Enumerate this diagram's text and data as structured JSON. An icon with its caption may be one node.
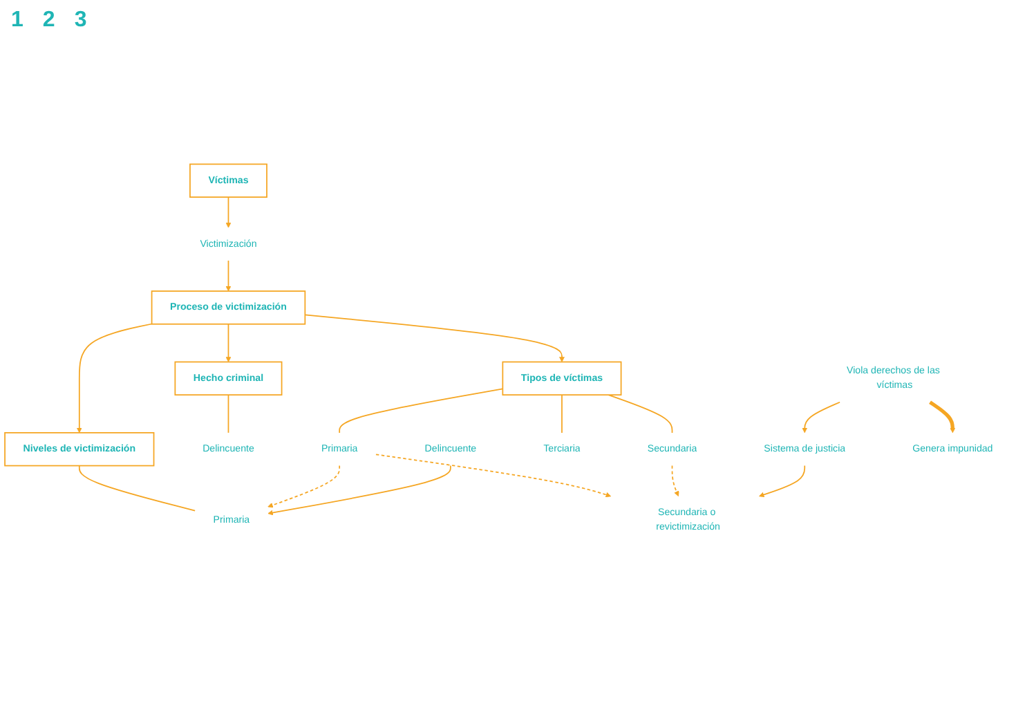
{
  "diagram": {
    "nodes": [
      {
        "text": [
          "Víctimas"
        ]
      },
      {
        "text": [
          "Victimización"
        ]
      },
      {
        "text": [
          "Proceso de victimización"
        ]
      },
      {
        "text": [
          "Hecho criminal"
        ]
      },
      {
        "text": [
          "Tipos de víctimas"
        ]
      },
      {
        "text": [
          "Niveles de victimización"
        ]
      },
      {
        "text": [
          "Delincuente"
        ]
      },
      {
        "text": [
          "Primaria"
        ]
      },
      {
        "text": [
          "Secundaria"
        ]
      },
      {
        "text": [
          "Terciaria"
        ]
      },
      {
        "text": [
          "Primaria"
        ]
      },
      {
        "text": [
          "Secundaria o revictimización"
        ]
      },
      {
        "text": [
          "Delincuente"
        ]
      },
      {
        "text": [
          "Sistema de justicia"
        ]
      },
      {
        "text": [
          "Viola derechos de las víctimas"
        ]
      },
      {
        "text": [
          "Genera impunidad"
        ]
      }
    ],
    "edges": [
      {
        "from": 0,
        "to": 1,
        "arrow": "to"
      },
      {
        "from": 1,
        "to": 2,
        "arrow": "to"
      },
      {
        "from": 2,
        "to": 3,
        "arrow": "to"
      },
      {
        "from": 2,
        "to": 4,
        "arrow": "to"
      },
      {
        "from": 2,
        "to": 5,
        "arrow": "to"
      },
      {
        "from": 3,
        "to": 6,
        "arrow": "none"
      },
      {
        "from": 4,
        "to": 7,
        "arrow": "none"
      },
      {
        "from": 4,
        "to": 8,
        "arrow": "none"
      },
      {
        "from": 4,
        "to": 9,
        "arrow": "none"
      },
      {
        "from": 5,
        "to": 10,
        "arrow": "none"
      },
      {
        "from": 7,
        "to": 10,
        "arrow": "to",
        "style": "dashed"
      },
      {
        "from": 7,
        "to": 11,
        "arrow": "to",
        "style": "dashed"
      },
      {
        "from": 8,
        "to": 11,
        "arrow": "to",
        "style": "dashed"
      },
      {
        "from": 12,
        "to": 10,
        "arrow": "to"
      },
      {
        "from": 13,
        "to": 11,
        "arrow": "to"
      },
      {
        "from": 14,
        "to": 13,
        "arrow": "to"
      },
      {
        "from": 14,
        "to": 15,
        "arrow": "to",
        "style": "thick"
      }
    ],
    "labels": [
      "1",
      "2",
      "3"
    ]
  }
}
